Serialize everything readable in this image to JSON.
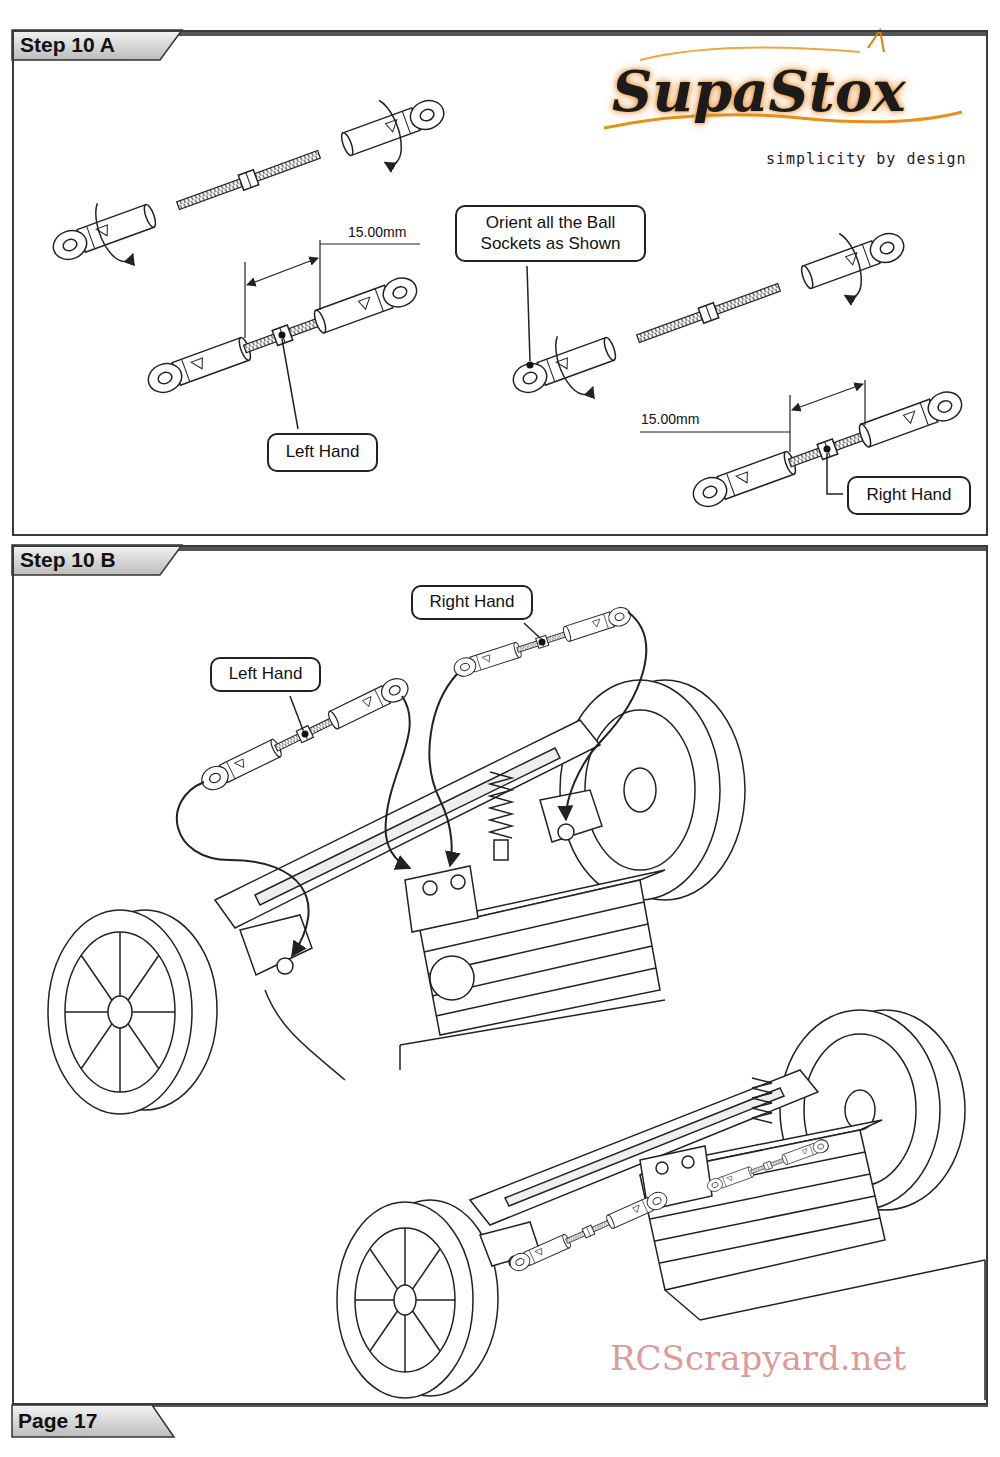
{
  "diagram": {
    "nodes": [
      {
        "text": [
          "Step 10 A"
        ]
      },
      {
        "text": [
          "Left Hand"
        ],
        "in": 0
      },
      {
        "text": [
          "Orient all the Ball Sockets as Shown"
        ],
        "in": 0
      },
      {
        "text": [
          "Right Hand"
        ],
        "in": 0
      },
      {
        "text": [
          "Step 10 B"
        ]
      },
      {
        "text": [
          "Right Hand"
        ],
        "in": 4
      },
      {
        "text": [
          "Left Hand"
        ],
        "in": 4
      }
    ],
    "labels": [
      "SupaStox",
      "simplicity by design",
      "15.00mm",
      "15.00mm",
      "Page 17",
      "RCScrapyard.net"
    ]
  }
}
